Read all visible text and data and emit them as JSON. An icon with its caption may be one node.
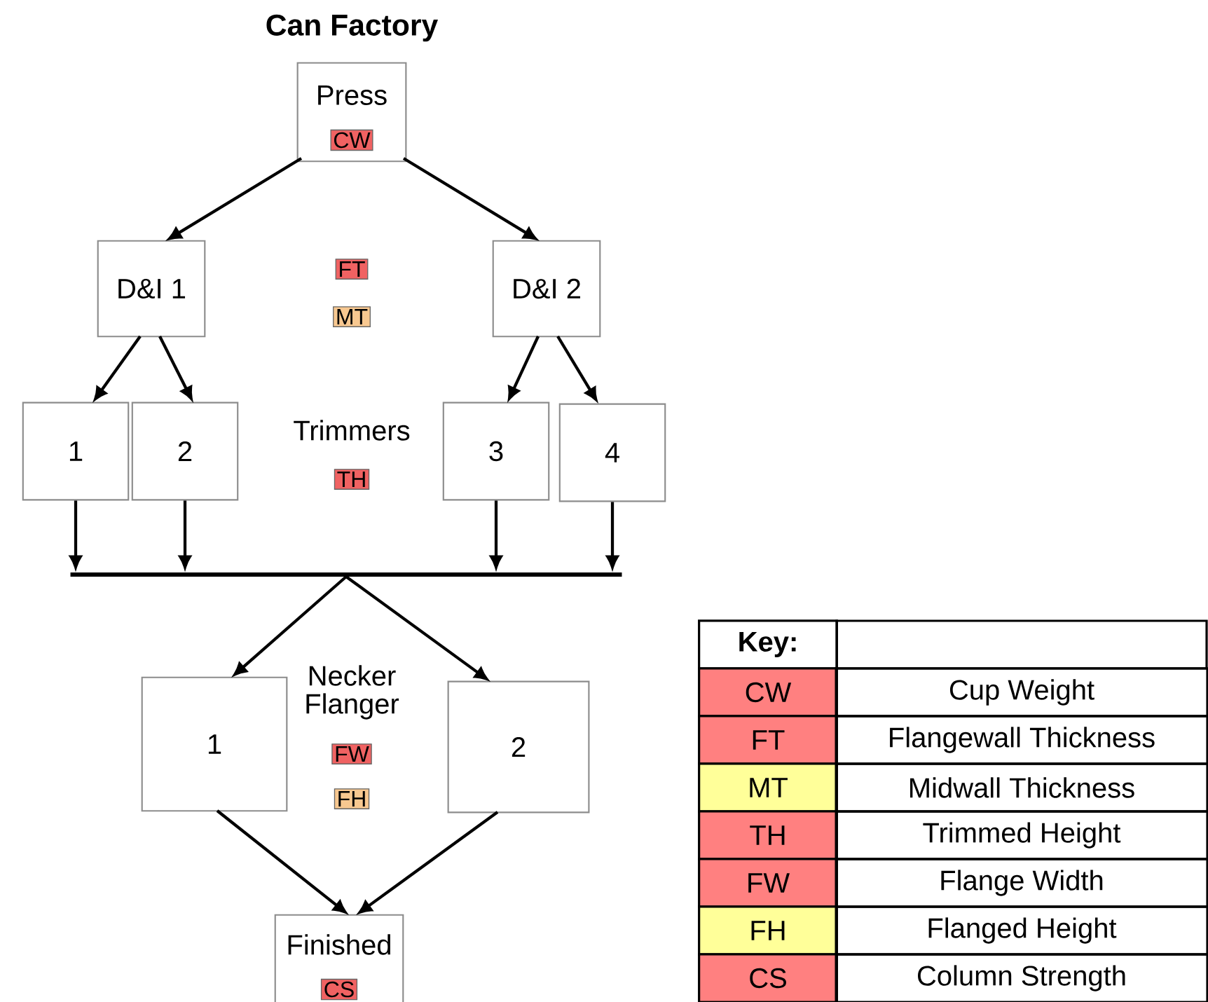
{
  "diagram": {
    "title": "Can Factory",
    "nodes": [
      {
        "text": [
          "Press",
          "CW"
        ]
      },
      {
        "text": [
          "D&I 1"
        ]
      },
      {
        "text": [
          "D&I 2"
        ]
      },
      {
        "text": [
          "1"
        ]
      },
      {
        "text": [
          "2"
        ]
      },
      {
        "text": [
          "3"
        ]
      },
      {
        "text": [
          "4"
        ]
      },
      {
        "text": [],
        "shape": "bar"
      },
      {
        "text": [
          "1"
        ]
      },
      {
        "text": [
          "2"
        ]
      },
      {
        "text": [
          "Finished",
          "CS"
        ]
      }
    ],
    "edges": [
      {
        "from": 0,
        "to": 1,
        "arrow": "to"
      },
      {
        "from": 0,
        "to": 2,
        "arrow": "to"
      },
      {
        "from": 1,
        "to": 3,
        "arrow": "to"
      },
      {
        "from": 1,
        "to": 4,
        "arrow": "to"
      },
      {
        "from": 2,
        "to": 5,
        "arrow": "to"
      },
      {
        "from": 2,
        "to": 6,
        "arrow": "to"
      },
      {
        "from": 3,
        "to": 7,
        "arrow": "to"
      },
      {
        "from": 4,
        "to": 7,
        "arrow": "to"
      },
      {
        "from": 5,
        "to": 7,
        "arrow": "to"
      },
      {
        "from": 6,
        "to": 7,
        "arrow": "to"
      },
      {
        "from": 7,
        "to": 8,
        "arrow": "to"
      },
      {
        "from": 7,
        "to": 9,
        "arrow": "to"
      },
      {
        "from": 8,
        "to": 10,
        "arrow": "to"
      },
      {
        "from": 9,
        "to": 10,
        "arrow": "to"
      }
    ],
    "labels": [
      "FT",
      "MT",
      "Trimmers",
      "TH",
      "Necker Flanger",
      "FW",
      "FH",
      "Key:",
      "CW",
      "FT",
      "MT",
      "TH",
      "FW",
      "FH",
      "CS"
    ],
    "legend": [
      {
        "text": "Cup Weight",
        "color": "#ff8080"
      },
      {
        "text": "Flangewall Thickness",
        "color": "#ff8080"
      },
      {
        "text": "Midwall Thickness",
        "color": "#ffff99"
      },
      {
        "text": "Trimmed Height",
        "color": "#ff8080"
      },
      {
        "text": "Flange Width",
        "color": "#ff8080"
      },
      {
        "text": "Flanged Height",
        "color": "#ffff99"
      },
      {
        "text": "Column Strength",
        "color": "#ff8080"
      }
    ]
  }
}
